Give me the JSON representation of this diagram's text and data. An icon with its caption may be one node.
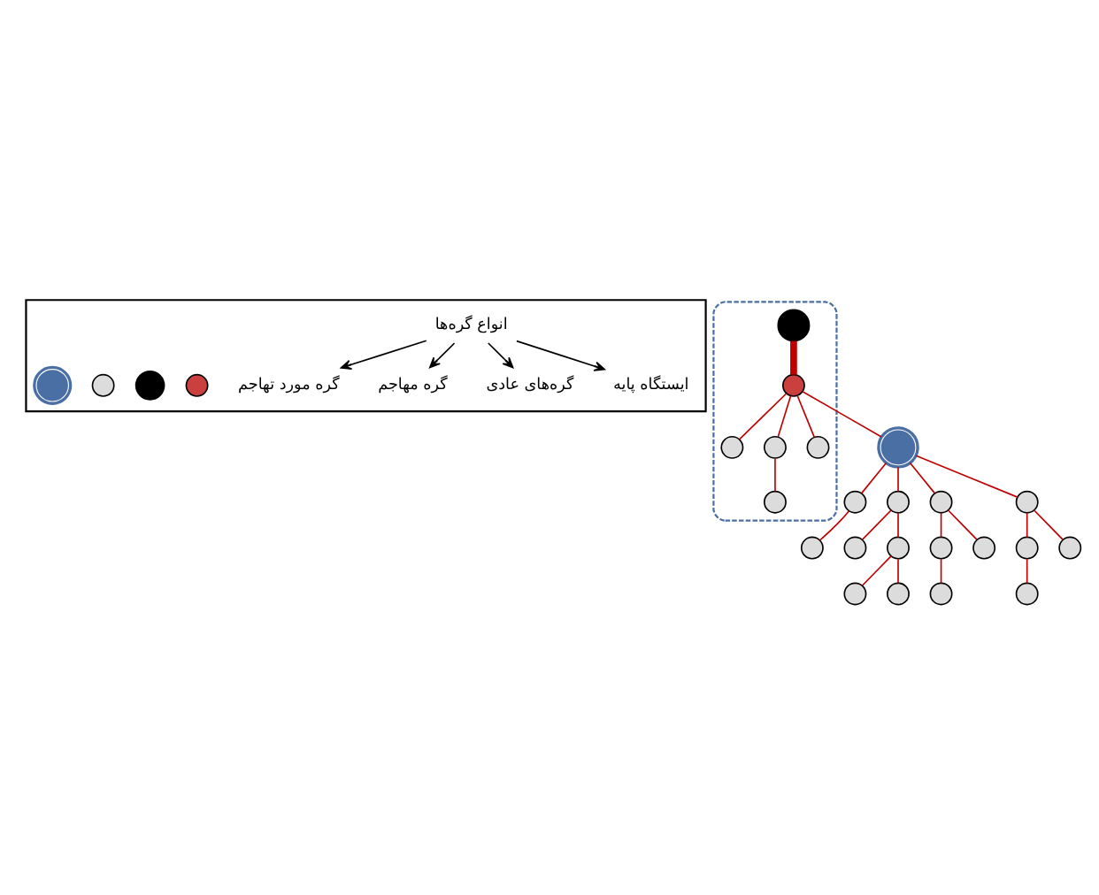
{
  "diagram": {
    "nodes": [
      {
        "text": [],
        "shape": "box"
      },
      {
        "text": [
          "انواع گره‌ها"
        ],
        "in": 0
      },
      {
        "text": [
          "گره مورد تهاجم"
        ],
        "in": 0
      },
      {
        "text": [
          "گره مهاجم"
        ],
        "in": 0
      },
      {
        "text": [
          "گره‌های عادی"
        ],
        "in": 0
      },
      {
        "text": [
          "ایستگاه پایه"
        ],
        "in": 0
      },
      {
        "text": [],
        "shape": "circle",
        "in": 0
      },
      {
        "text": [],
        "shape": "circle",
        "in": 0
      },
      {
        "text": [],
        "shape": "circle",
        "in": 0
      },
      {
        "text": [],
        "shape": "circle",
        "in": 0
      },
      {
        "text": [],
        "shape": "ellipse"
      },
      {
        "text": [],
        "shape": "circle",
        "in": 10
      },
      {
        "text": [],
        "shape": "circle",
        "in": 10
      },
      {
        "text": [],
        "shape": "circle",
        "in": 10
      },
      {
        "text": [],
        "shape": "circle",
        "in": 10
      },
      {
        "text": [],
        "shape": "circle",
        "in": 10
      },
      {
        "text": [],
        "shape": "circle",
        "in": 10
      },
      {
        "text": [],
        "shape": "circle"
      },
      {
        "text": [],
        "shape": "circle"
      },
      {
        "text": [],
        "shape": "circle"
      },
      {
        "text": [],
        "shape": "circle"
      },
      {
        "text": [],
        "shape": "circle"
      },
      {
        "text": [],
        "shape": "circle"
      },
      {
        "text": [],
        "shape": "circle"
      },
      {
        "text": [],
        "shape": "circle"
      },
      {
        "text": [],
        "shape": "circle"
      },
      {
        "text": [],
        "shape": "circle"
      },
      {
        "text": [],
        "shape": "circle"
      },
      {
        "text": [],
        "shape": "circle"
      },
      {
        "text": [],
        "shape": "circle"
      },
      {
        "text": [],
        "shape": "circle"
      },
      {
        "text": [],
        "shape": "circle"
      },
      {
        "text": [],
        "shape": "circle"
      }
    ],
    "edges": [
      {
        "from": 1,
        "to": 2,
        "arrow": "to",
        "color": "#000000"
      },
      {
        "from": 1,
        "to": 3,
        "arrow": "to",
        "color": "#000000"
      },
      {
        "from": 1,
        "to": 4,
        "arrow": "to",
        "color": "#000000"
      },
      {
        "from": 1,
        "to": 5,
        "arrow": "to",
        "color": "#000000"
      },
      {
        "from": 11,
        "to": 14,
        "arrow": "none",
        "style": "thick"
      },
      {
        "from": 14,
        "to": 12,
        "arrow": "none"
      },
      {
        "from": 14,
        "to": 13,
        "arrow": "none"
      },
      {
        "from": 13,
        "to": 15,
        "arrow": "none"
      },
      {
        "from": 14,
        "to": 16,
        "arrow": "none"
      },
      {
        "from": 14,
        "to": 22,
        "arrow": "none"
      },
      {
        "from": 22,
        "to": 18,
        "arrow": "none"
      },
      {
        "from": 18,
        "to": 17,
        "arrow": "none"
      },
      {
        "from": 22,
        "to": 20,
        "arrow": "none"
      },
      {
        "from": 20,
        "to": 19,
        "arrow": "none"
      },
      {
        "from": 20,
        "to": 23,
        "arrow": "none"
      },
      {
        "from": 23,
        "to": 21,
        "arrow": "none"
      },
      {
        "from": 23,
        "to": 24,
        "arrow": "none"
      },
      {
        "from": 22,
        "to": 25,
        "arrow": "none"
      },
      {
        "from": 25,
        "to": 26,
        "arrow": "none"
      },
      {
        "from": 26,
        "to": 28,
        "arrow": "none"
      },
      {
        "from": 25,
        "to": 32,
        "arrow": "none"
      },
      {
        "from": 22,
        "to": 27,
        "arrow": "none"
      },
      {
        "from": 27,
        "to": 29,
        "arrow": "none"
      },
      {
        "from": 29,
        "to": 30,
        "arrow": "none"
      },
      {
        "from": 27,
        "to": 31,
        "arrow": "none"
      }
    ]
  }
}
